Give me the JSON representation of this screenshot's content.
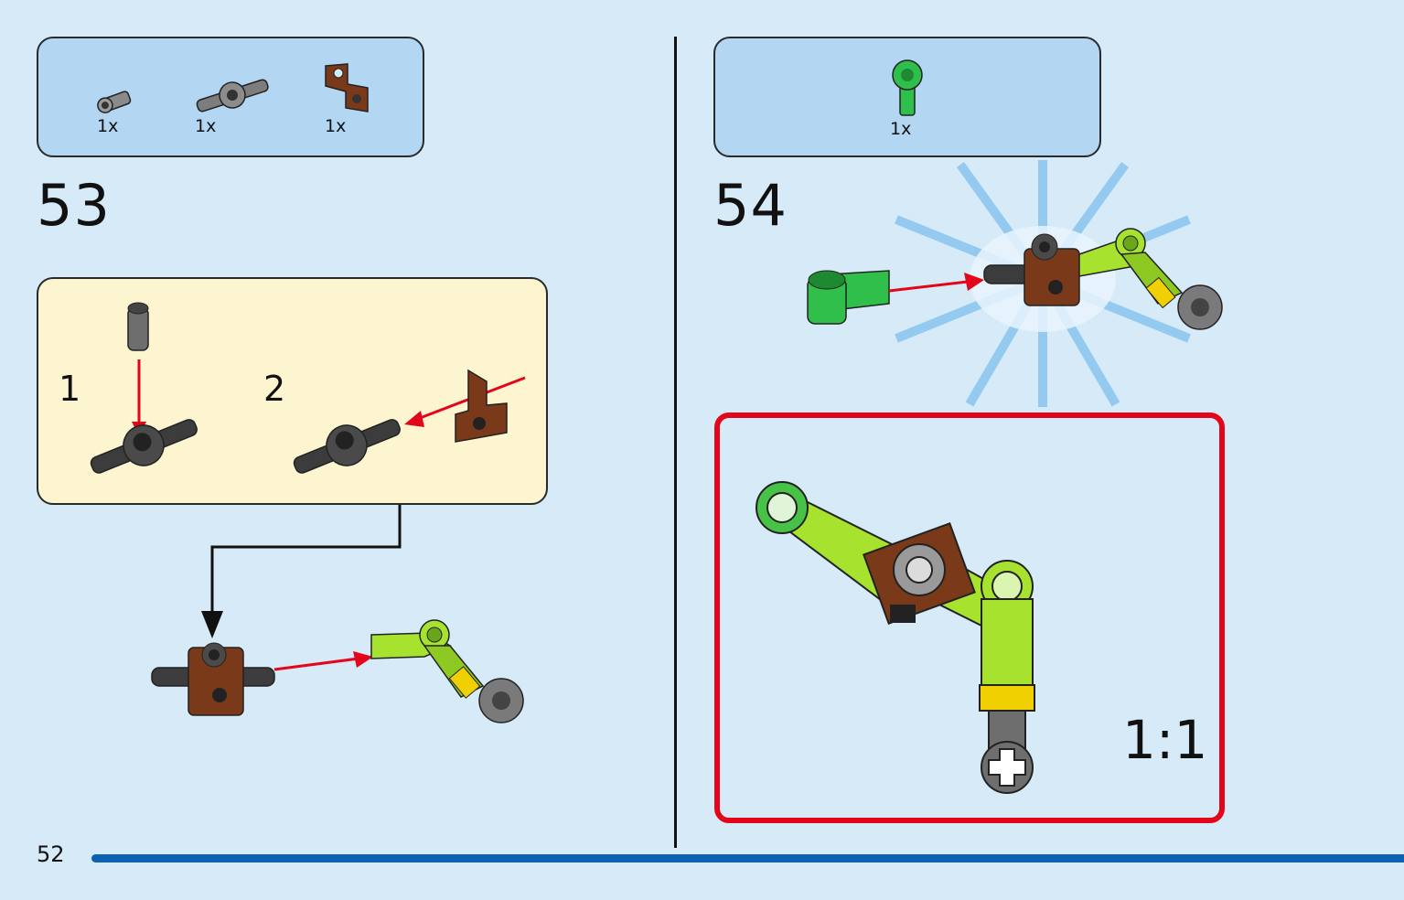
{
  "page": {
    "number": "52"
  },
  "steps": [
    {
      "number": "53",
      "parts": [
        {
          "qty": "1x",
          "icon": "pin-connector-icon"
        },
        {
          "qty": "1x",
          "icon": "axle-pin-hub-icon"
        },
        {
          "qty": "1x",
          "icon": "brown-bracket-icon"
        }
      ],
      "substeps": [
        {
          "number": "1"
        },
        {
          "number": "2"
        }
      ]
    },
    {
      "number": "54",
      "parts": [
        {
          "qty": "1x",
          "icon": "green-angle-connector-icon"
        }
      ],
      "scale_label": "1:1"
    }
  ],
  "colors": {
    "page_bg": "#d6eaf8",
    "parts_box": "#b3d6f2",
    "substep_box": "#fdf5d0",
    "arrow_red": "#e3061a",
    "lime": "#a6e22e",
    "green": "#2fbf4a",
    "brown": "#7a3a1a",
    "gray": "#6e6e6e",
    "progress": "#0b62b0"
  }
}
